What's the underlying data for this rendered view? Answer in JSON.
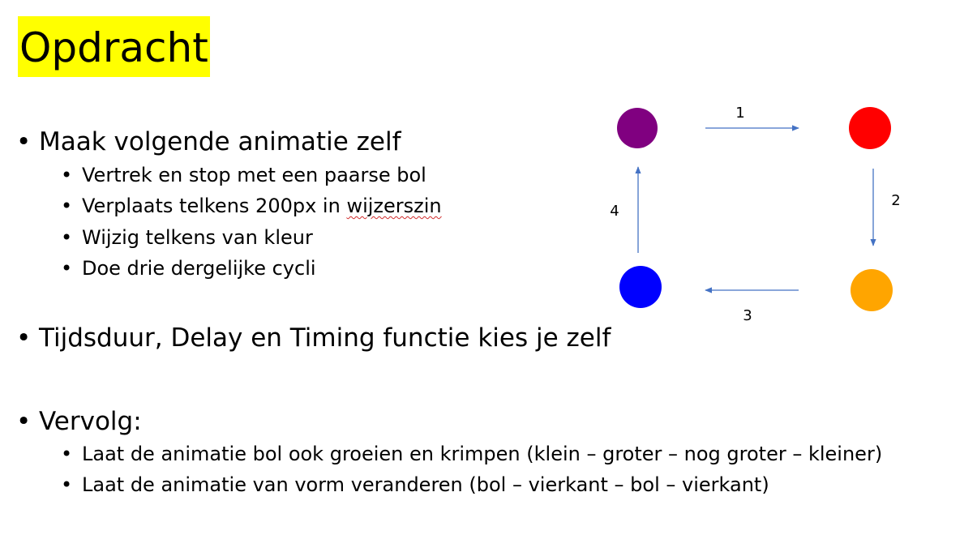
{
  "slide": {
    "title": "Opdracht",
    "title_highlight_color": "#ffff00",
    "bullet_char": "•",
    "bullets": [
      {
        "text": "Maak volgende animatie zelf",
        "sub": [
          "Vertrek en stop met een paarse bol",
          "Verplaats telkens 200px in ",
          "Wijzig telkens van kleur",
          "Doe drie dergelijke cycli"
        ],
        "flagged_word": "wijzerszin"
      },
      {
        "text": "Tijdsduur, Delay en Timing functie kies je zelf"
      },
      {
        "text": "Vervolg:",
        "sub": [
          "Laat de animatie bol ook groeien en krimpen (klein – groter – nog groter – kleiner)",
          "Laat de animatie van vorm veranderen (bol – vierkant – bol – vierkant)"
        ]
      }
    ]
  },
  "diagram": {
    "arrow_color": "#4472c4",
    "balls": [
      {
        "name": "purple",
        "color": "#800080"
      },
      {
        "name": "red",
        "color": "#ff0000"
      },
      {
        "name": "orange",
        "color": "#ffa500"
      },
      {
        "name": "blue",
        "color": "#0000ff"
      }
    ],
    "steps": [
      "1",
      "2",
      "3",
      "4"
    ]
  }
}
